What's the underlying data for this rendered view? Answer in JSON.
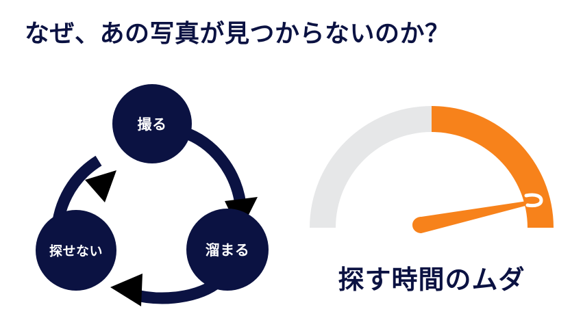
{
  "page": {
    "background_color": "#FFFFFF",
    "title": "なぜ、あの写真が見つからないのか？"
  },
  "theme": {
    "navy": "#0B1242",
    "orange": "#F7821B",
    "gray": "#E6E7E8",
    "white": "#FFFFFF"
  },
  "cycle": {
    "name": "photo-problem-cycle",
    "nodes": [
      {
        "id": "shoot",
        "label": "撮る",
        "position": "top"
      },
      {
        "id": "pileup",
        "label": "溜まる",
        "position": "bottom-right"
      },
      {
        "id": "cannot_find",
        "label": "探せない",
        "position": "bottom-left"
      }
    ],
    "arrows": [
      {
        "from": "shoot",
        "to": "pileup",
        "direction": "clockwise-right"
      },
      {
        "from": "pileup",
        "to": "cannot_find",
        "direction": "clockwise-bottom"
      },
      {
        "from": "cannot_find",
        "to": "shoot",
        "direction": "clockwise-left"
      }
    ]
  },
  "gauge": {
    "name": "wasted-time-gauge",
    "caption": "探す時間のムダ",
    "track_color": "#E6E7E8",
    "value_color": "#F7821B",
    "needle_color": "#F7821B",
    "filled_fraction": 0.5,
    "needle_fraction": 0.93,
    "start_angle_deg": 180,
    "end_angle_deg": 0
  }
}
